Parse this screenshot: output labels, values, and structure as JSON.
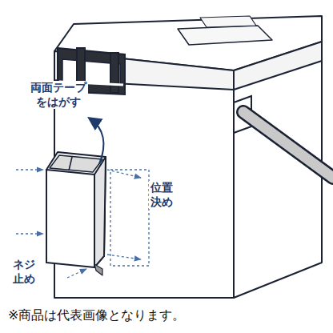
{
  "diagram": {
    "caption": "※商品は代表画像となります。",
    "labels": [
      "両面テープ をはがす",
      "位置 決め",
      "ネジ 止め"
    ]
  }
}
